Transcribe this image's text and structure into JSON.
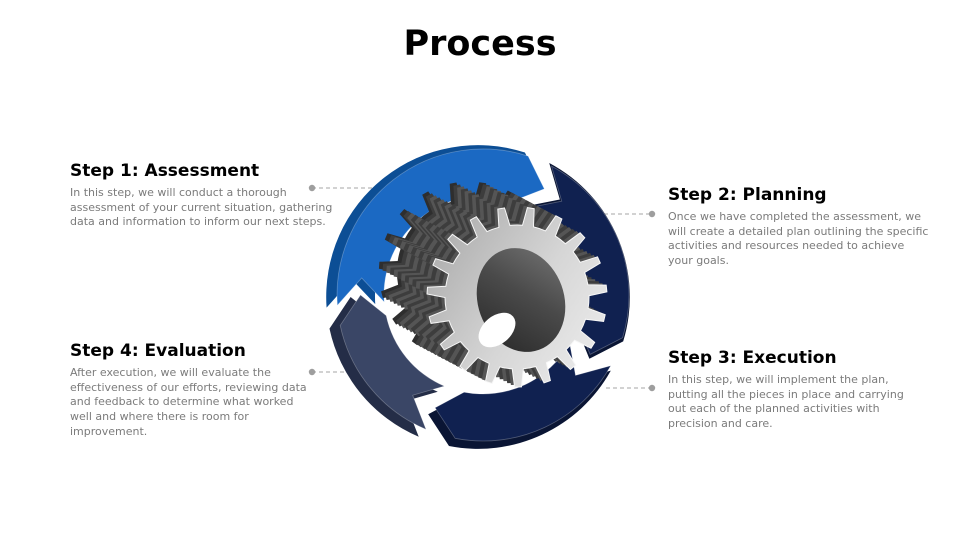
{
  "slide": {
    "title": "Process",
    "background_color": "#ffffff",
    "title_color": "#000000"
  },
  "steps": [
    {
      "title": "Step 1: Assessment",
      "description": "In this step, we will conduct a thorough assessment of your current situation, gathering data and information to inform our next steps.",
      "position": "top-left"
    },
    {
      "title": "Step 2: Planning",
      "description": "Once we have completed the assessment, we will create a detailed plan outlining the specific activities and resources needed to achieve your goals.",
      "position": "top-right"
    },
    {
      "title": "Step 3: Execution",
      "description": "In this step, we will implement the plan, putting all the pieces in place and carrying out each of the planned activities with precision and care.",
      "position": "bottom-right"
    },
    {
      "title": "Step 4: Evaluation",
      "description": "After execution, we will evaluate the effectiveness of our efforts, reviewing data and feedback to determine what worked well and where there is room for improvement.",
      "position": "bottom-left"
    }
  ],
  "graphic": {
    "type": "circular-arrows-with-gear",
    "segments": [
      {
        "step": 1,
        "name": "arrow-segment-step1",
        "color": "#1b69c3",
        "shade": "#0c4e95"
      },
      {
        "step": 2,
        "name": "arrow-segment-step2",
        "color": "#102150",
        "shade": "#0a1534"
      },
      {
        "step": 3,
        "name": "arrow-segment-step3",
        "color": "#102150",
        "shade": "#0a1534"
      },
      {
        "step": 4,
        "name": "arrow-segment-step4",
        "color": "#3a4666",
        "shade": "#242d47"
      }
    ],
    "gear": {
      "face_light": "#ececec",
      "face_dark": "#acacac",
      "side_mid": "#555555",
      "side_dark": "#3d3d3d",
      "back": "#2e2e2e",
      "hole_light": "#757575",
      "hole_dark": "#262626"
    }
  },
  "connectors": {
    "line_color": "#b8b8b8",
    "dot_color": "#9e9e9e",
    "style": "dashed"
  },
  "text_colors": {
    "heading": "#000000",
    "body": "#7b7b7b"
  }
}
